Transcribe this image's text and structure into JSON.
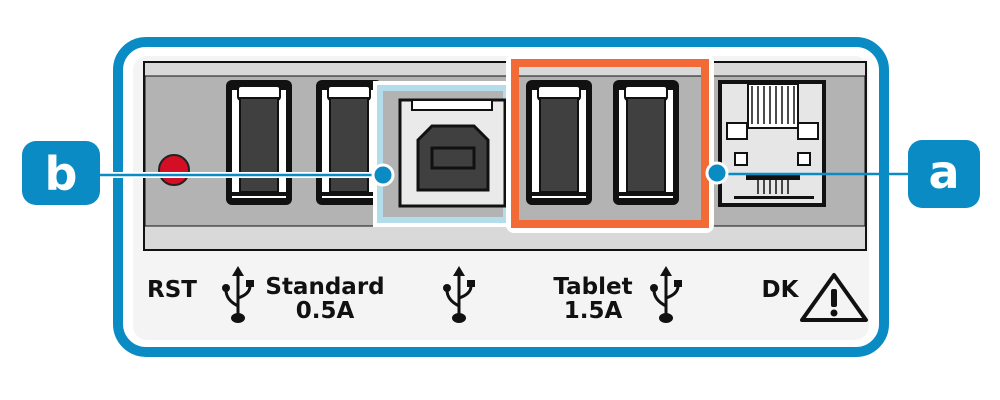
{
  "labels": {
    "reset": "RST",
    "standard_line1": "Standard",
    "standard_line2": "0.5A",
    "tablet_line1": "Tablet",
    "tablet_line2": "1.5A",
    "dk": "DK"
  },
  "callouts": {
    "a": "a",
    "b": "b"
  },
  "colors": {
    "frame": "#0a8bc4",
    "tablet_highlight": "#f26a36",
    "usb_b_highlight": "#b5dcea",
    "led": "#d40f25"
  },
  "icons": [
    "usb-icon",
    "warning-icon",
    "reset-led"
  ]
}
